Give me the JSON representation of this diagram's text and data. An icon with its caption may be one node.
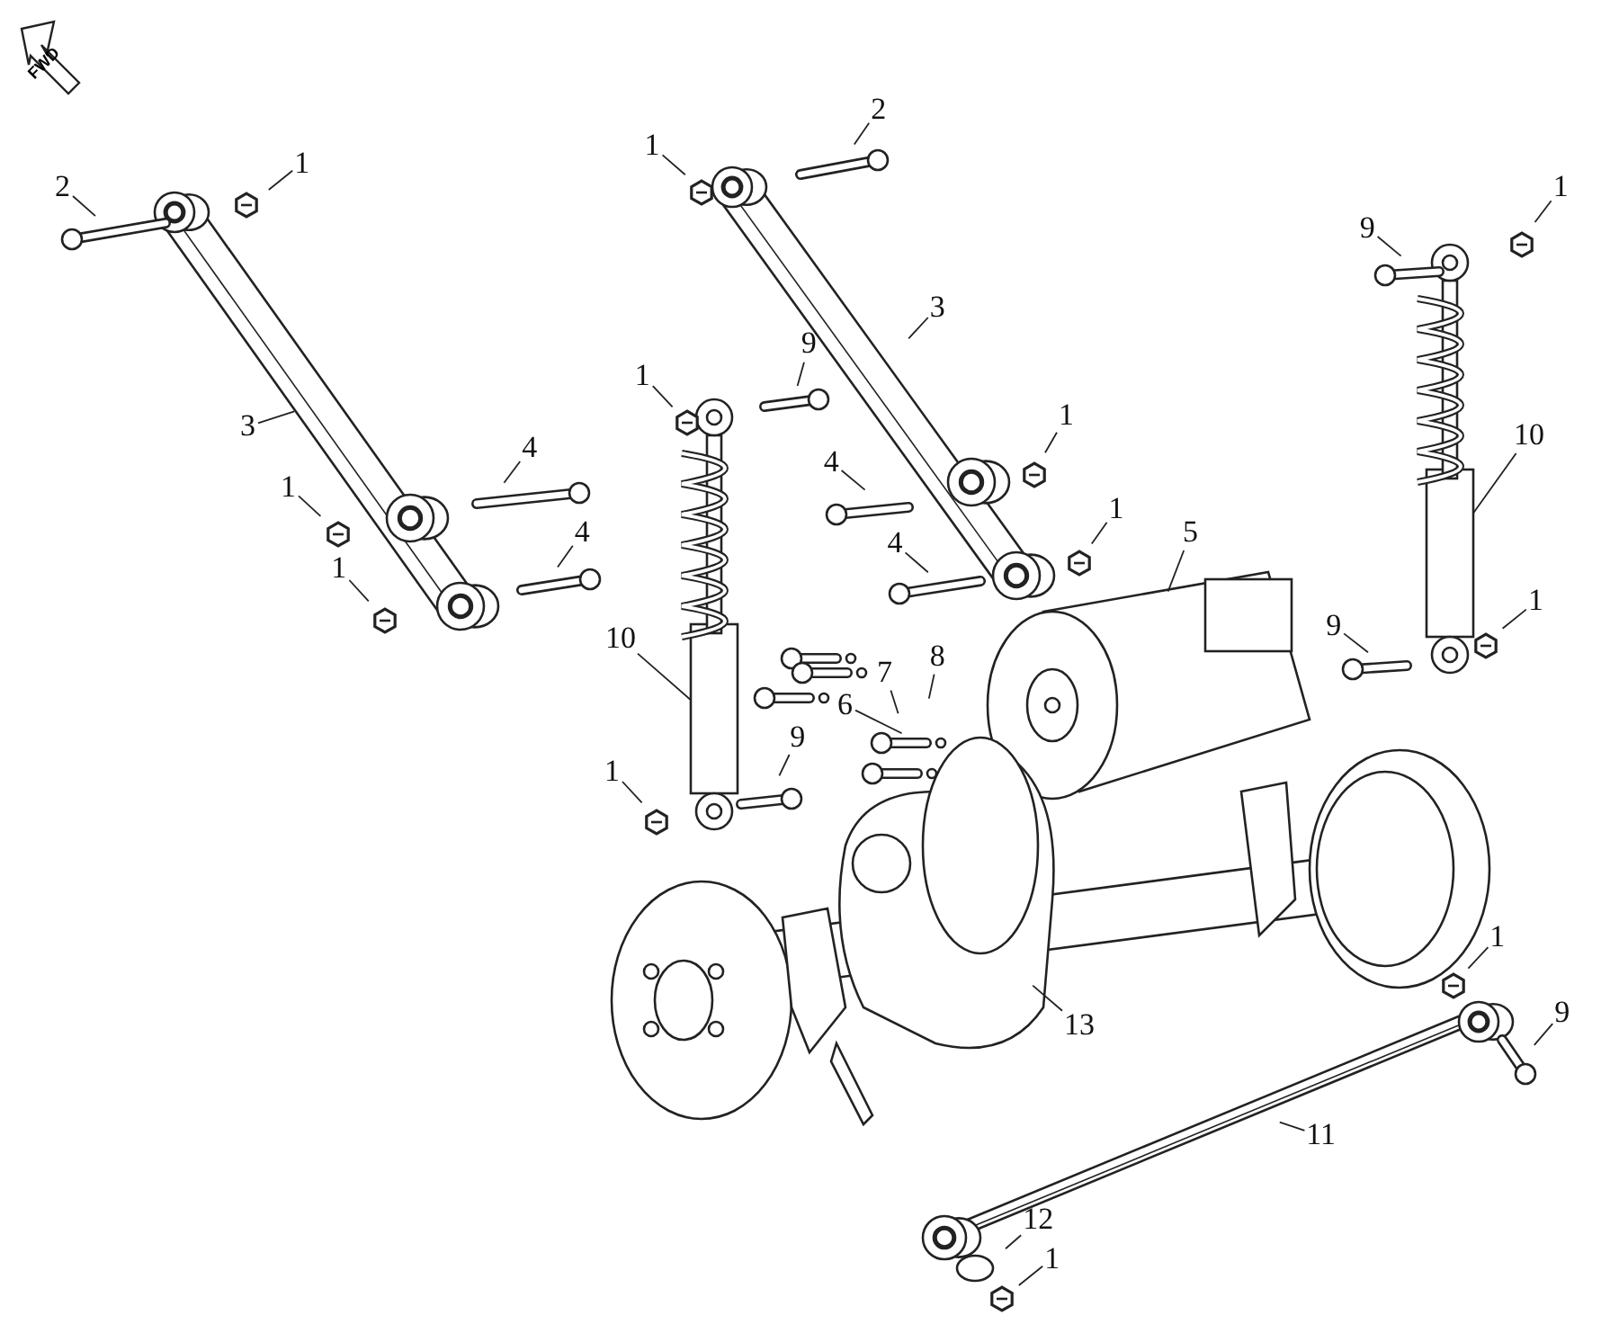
{
  "diagram": {
    "nodes": [
      {
        "text": [
          "2"
        ]
      },
      {
        "text": [
          "1"
        ]
      },
      {
        "text": [
          "3"
        ]
      },
      {
        "text": [
          "4"
        ]
      },
      {
        "text": [
          "1"
        ]
      },
      {
        "text": [
          "4"
        ]
      },
      {
        "text": [
          "1"
        ]
      },
      {
        "text": [
          "1"
        ]
      },
      {
        "text": [
          "2"
        ]
      },
      {
        "text": [
          "3"
        ]
      },
      {
        "text": [
          "1"
        ]
      },
      {
        "text": [
          "4"
        ]
      },
      {
        "text": [
          "1"
        ]
      },
      {
        "text": [
          "4"
        ]
      },
      {
        "text": [
          "5"
        ]
      },
      {
        "text": [
          "1"
        ]
      },
      {
        "text": [
          "9"
        ]
      },
      {
        "text": [
          "10"
        ]
      },
      {
        "text": [
          "6"
        ]
      },
      {
        "text": [
          "7"
        ]
      },
      {
        "text": [
          "8"
        ]
      },
      {
        "text": [
          "9"
        ]
      },
      {
        "text": [
          "1"
        ]
      },
      {
        "text": [
          "9"
        ]
      },
      {
        "text": [
          "1"
        ]
      },
      {
        "text": [
          "10"
        ]
      },
      {
        "text": [
          "9"
        ]
      },
      {
        "text": [
          "1"
        ]
      },
      {
        "text": [
          "13"
        ]
      },
      {
        "text": [
          "1"
        ]
      },
      {
        "text": [
          "9"
        ]
      },
      {
        "text": [
          "11"
        ]
      },
      {
        "text": [
          "12"
        ]
      },
      {
        "text": [
          "1"
        ]
      }
    ],
    "edges": [
      {
        "from": 0,
        "to": null,
        "arrow": "none"
      },
      {
        "from": 1,
        "to": null,
        "arrow": "none"
      },
      {
        "from": 2,
        "to": null,
        "arrow": "none"
      },
      {
        "from": 3,
        "to": null,
        "arrow": "none"
      },
      {
        "from": 4,
        "to": null,
        "arrow": "none"
      },
      {
        "from": 5,
        "to": null,
        "arrow": "none"
      },
      {
        "from": 6,
        "to": null,
        "arrow": "none"
      },
      {
        "from": 7,
        "to": null,
        "arrow": "none"
      },
      {
        "from": 8,
        "to": null,
        "arrow": "none"
      },
      {
        "from": 9,
        "to": null,
        "arrow": "none"
      },
      {
        "from": 10,
        "to": null,
        "arrow": "none"
      },
      {
        "from": 11,
        "to": null,
        "arrow": "none"
      },
      {
        "from": 12,
        "to": null,
        "arrow": "none"
      },
      {
        "from": 13,
        "to": null,
        "arrow": "none"
      },
      {
        "from": 14,
        "to": null,
        "arrow": "none"
      },
      {
        "from": 15,
        "to": null,
        "arrow": "none"
      },
      {
        "from": 16,
        "to": null,
        "arrow": "none"
      },
      {
        "from": 17,
        "to": null,
        "arrow": "none"
      },
      {
        "from": 18,
        "to": null,
        "arrow": "none"
      },
      {
        "from": 19,
        "to": null,
        "arrow": "none"
      },
      {
        "from": 20,
        "to": null,
        "arrow": "none"
      },
      {
        "from": 21,
        "to": null,
        "arrow": "none"
      },
      {
        "from": 22,
        "to": null,
        "arrow": "none"
      },
      {
        "from": 23,
        "to": null,
        "arrow": "none"
      },
      {
        "from": 24,
        "to": null,
        "arrow": "none"
      },
      {
        "from": 25,
        "to": null,
        "arrow": "none"
      },
      {
        "from": 26,
        "to": null,
        "arrow": "none"
      },
      {
        "from": 27,
        "to": null,
        "arrow": "none"
      },
      {
        "from": 28,
        "to": null,
        "arrow": "none"
      },
      {
        "from": 29,
        "to": null,
        "arrow": "none"
      },
      {
        "from": 30,
        "to": null,
        "arrow": "none"
      },
      {
        "from": 31,
        "to": null,
        "arrow": "none"
      },
      {
        "from": 32,
        "to": null,
        "arrow": "none"
      },
      {
        "from": 33,
        "to": null,
        "arrow": "none"
      }
    ],
    "labels": [
      "FWD"
    ]
  }
}
